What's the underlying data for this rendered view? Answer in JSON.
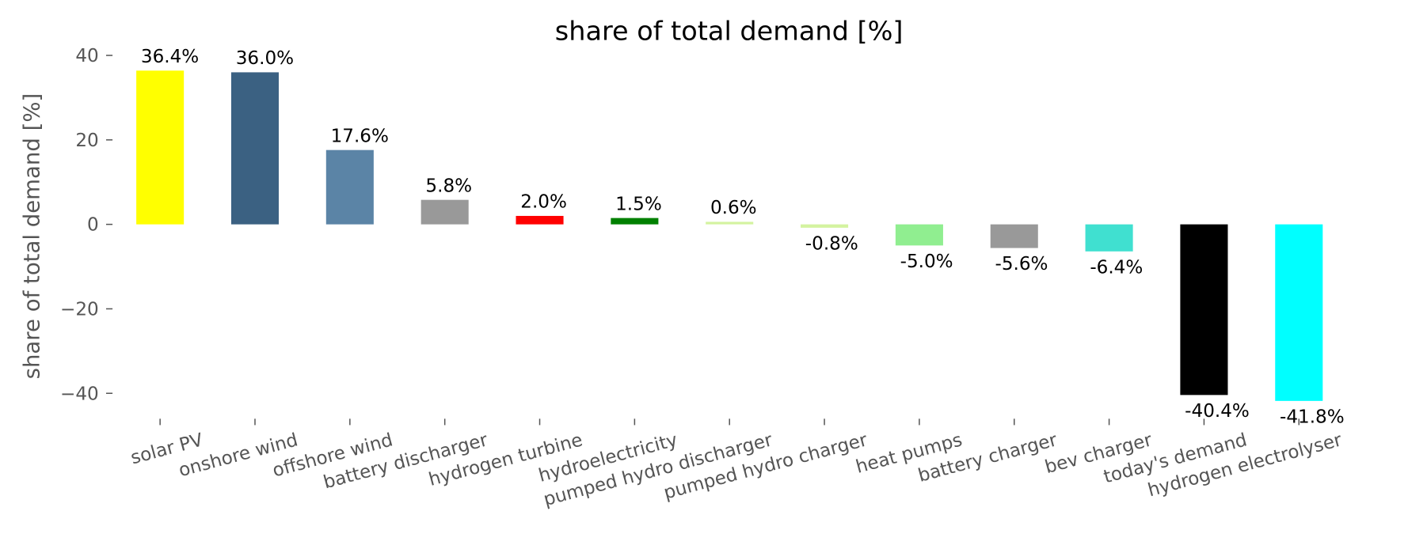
{
  "chart_data": {
    "type": "bar",
    "title": "share of total demand [%]",
    "xlabel": "",
    "ylabel": "share of total demand [%]",
    "ylim": [
      -45,
      42
    ],
    "yticks": [
      40,
      20,
      0,
      -20,
      -40
    ],
    "ytick_labels": [
      "40",
      "20",
      "0",
      "−20",
      "−40"
    ],
    "grid": false,
    "categories": [
      "solar PV",
      "onshore wind",
      "offshore wind",
      "battery discharger",
      "hydrogen turbine",
      "hydroelectricity",
      "pumped hydro discharger",
      "pumped hydro charger",
      "heat pumps",
      "battery charger",
      "bev charger",
      "today's demand",
      "hydrogen electrolyser"
    ],
    "values": [
      36.4,
      36.0,
      17.6,
      5.8,
      2.0,
      1.5,
      0.6,
      -0.8,
      -5.0,
      -5.6,
      -6.4,
      -40.4,
      -41.8
    ],
    "data_labels": [
      "36.4%",
      "36.0%",
      "17.6%",
      "5.8%",
      "2.0%",
      "1.5%",
      "0.6%",
      "-0.8%",
      "-5.0%",
      "-5.6%",
      "-6.4%",
      "-40.4%",
      "-41.8%"
    ],
    "colors": [
      "#ffff00",
      "#3b6182",
      "#5b84a6",
      "#999999",
      "#ff0000",
      "#008000",
      "#d4f3a0",
      "#d4f3a0",
      "#90ee90",
      "#999999",
      "#40e0d0",
      "#000000",
      "#00ffff"
    ]
  }
}
